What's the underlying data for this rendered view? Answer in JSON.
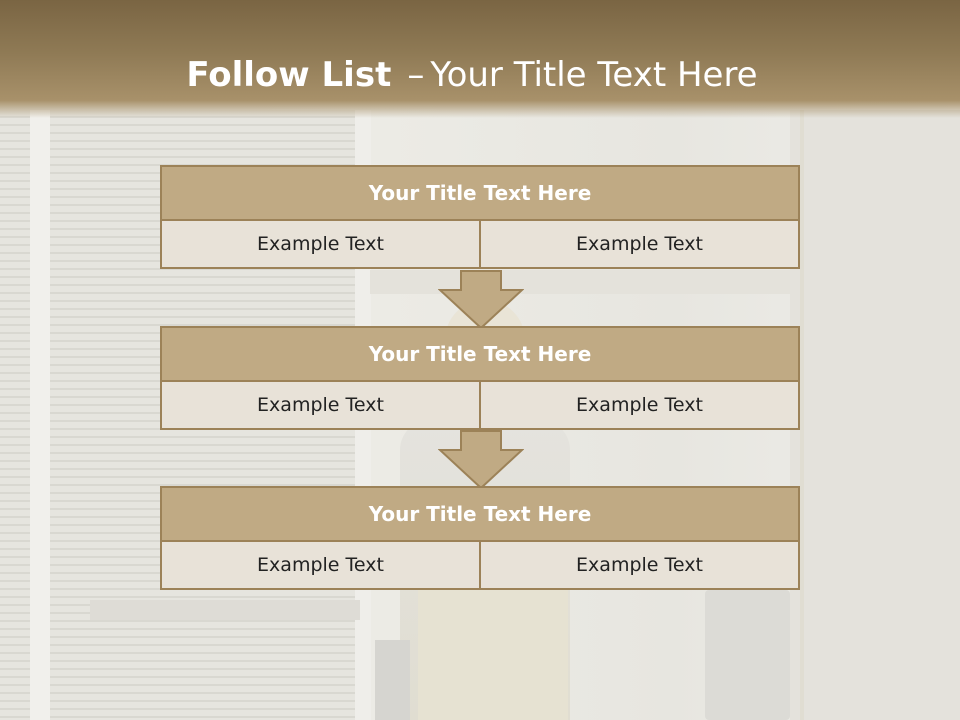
{
  "slide": {
    "title_bold": "Follow List",
    "title_separator": "–",
    "title_rest": "Your Title Text Here"
  },
  "blocks": [
    {
      "title": "Your Title Text Here",
      "left": "Example Text",
      "right": "Example Text"
    },
    {
      "title": "Your Title Text Here",
      "left": "Example Text",
      "right": "Example Text"
    },
    {
      "title": "Your Title Text Here",
      "left": "Example Text",
      "right": "Example Text"
    }
  ],
  "colors": {
    "header_top": "#7a6543",
    "header_bottom": "#a8916a",
    "block_header_fill": "#c0aa84",
    "block_border": "#9c8258",
    "cell_fill": "#e8e2d8",
    "arrow_fill": "#c0aa84"
  },
  "icons": {
    "connector": "down-arrow-icon"
  }
}
